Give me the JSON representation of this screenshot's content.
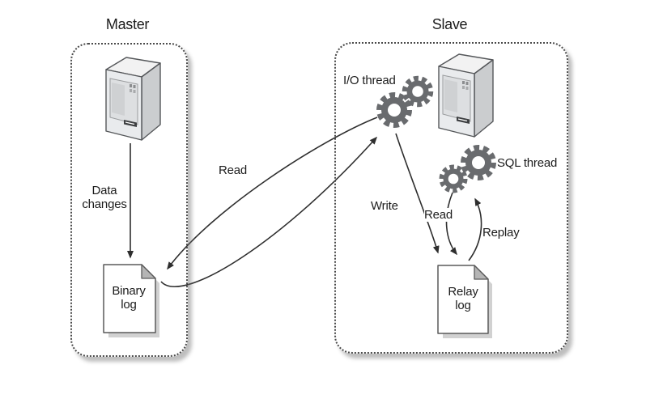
{
  "diagram": {
    "master": {
      "title": "Master",
      "data_changes_label": "Data changes",
      "binary_log_label": "Binary log"
    },
    "slave": {
      "title": "Slave",
      "io_thread_label": "I/O thread",
      "sql_thread_label": "SQL thread",
      "relay_log_label": "Relay log"
    },
    "arrows": {
      "read_label": "Read",
      "write_label": "Write",
      "relay_read_label": "Read",
      "replay_label": "Replay"
    },
    "colors": {
      "line": "#2e2e2e",
      "gear": "#696b6e",
      "text": "#1c1c1c",
      "panel_border": "#4a4a4a",
      "doc_fold": "#b5b5b5"
    }
  }
}
